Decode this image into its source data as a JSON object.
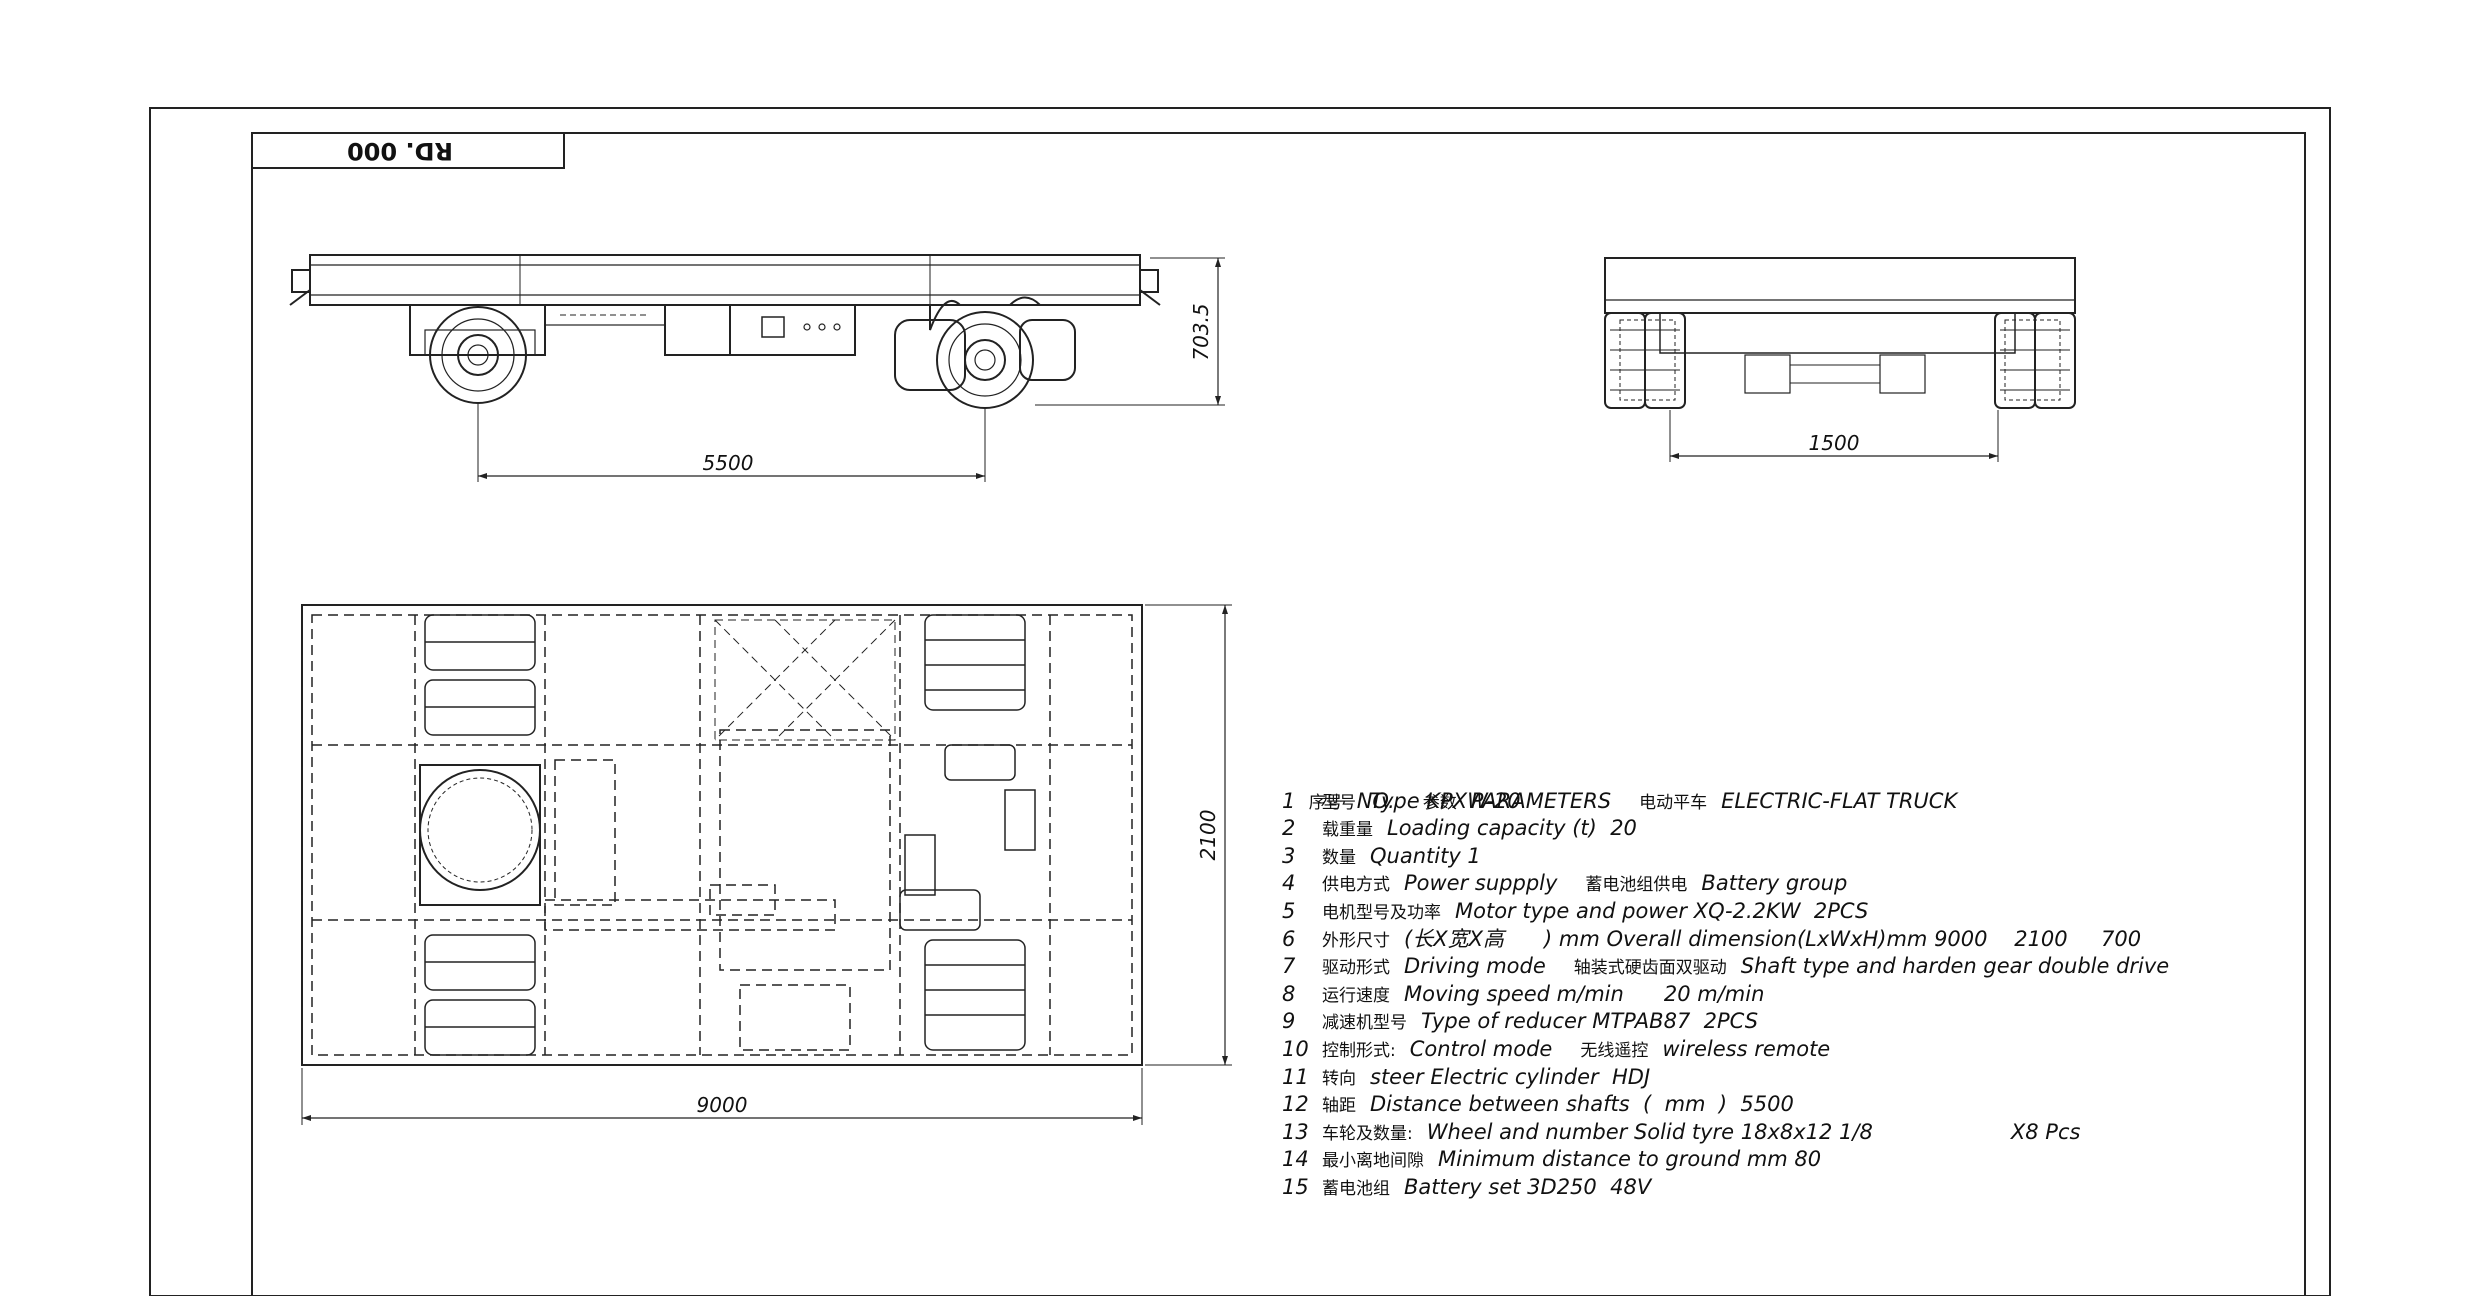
{
  "title_block": {
    "drawing_number": "RD. 000"
  },
  "dimensions": {
    "side_wheelbase": "5500",
    "side_height": "703.5",
    "end_width": "1500",
    "plan_length": "9000",
    "plan_width": "2100"
  },
  "parameters": {
    "header": {
      "no_cn": "序号",
      "no_en": "NO.",
      "param_cn": "参数",
      "param_en": "PARAMETERS",
      "product_cn": "电动平车",
      "product_en": "ELECTRIC-FLAT TRUCK"
    },
    "rows": [
      {
        "num": "1",
        "cn": "型号",
        "en": "Type KPXW-20",
        "cn2": "",
        "en2": "",
        "extra": ""
      },
      {
        "num": "2",
        "cn": "载重量",
        "en": "Loading capacity (t)  20",
        "cn2": "",
        "en2": "",
        "extra": ""
      },
      {
        "num": "3",
        "cn": "数量",
        "en": "Quantity 1",
        "cn2": "",
        "en2": "",
        "extra": ""
      },
      {
        "num": "4",
        "cn": "供电方式",
        "en": "Power suppply",
        "cn2": "蓄电池组供电",
        "en2": "Battery group",
        "extra": ""
      },
      {
        "num": "5",
        "cn": "电机型号及功率",
        "en": "Motor type and power XQ-2.2KW  2PCS",
        "cn2": "",
        "en2": "",
        "extra": ""
      },
      {
        "num": "6",
        "cn": "外形尺寸",
        "en": "(长X宽X高      ) mm Overall dimension(LxWxH)mm 9000    2100     700",
        "cn2": "",
        "en2": "",
        "extra": ""
      },
      {
        "num": "7",
        "cn": "驱动形式",
        "en": "Driving mode",
        "cn2": "轴装式硬齿面双驱动",
        "en2": "Shaft type and harden gear double drive",
        "extra": ""
      },
      {
        "num": "8",
        "cn": "运行速度",
        "en": "Moving speed m/min      20 m/min",
        "cn2": "",
        "en2": "",
        "extra": ""
      },
      {
        "num": "9",
        "cn": "减速机型号",
        "en": "Type of reducer MTPAB87  2PCS",
        "cn2": "",
        "en2": "",
        "extra": ""
      },
      {
        "num": "10",
        "cn": "控制形式:",
        "en": "Control mode",
        "cn2": "无线遥控",
        "en2": "wireless remote",
        "extra": ""
      },
      {
        "num": "11",
        "cn": "转向",
        "en": "steer Electric cylinder  HDJ",
        "cn2": "",
        "en2": "",
        "extra": ""
      },
      {
        "num": "12",
        "cn": "轴距",
        "en": "Distance between shafts  (  mm  )  5500",
        "cn2": "",
        "en2": "",
        "extra": ""
      },
      {
        "num": "13",
        "cn": "车轮及数量:",
        "en": "Wheel and number Solid tyre 18x8x12 1/8",
        "cn2": "",
        "en2": "",
        "extra": "X8 Pcs"
      },
      {
        "num": "14",
        "cn": "最小离地间隙",
        "en": "Minimum distance to ground mm 80",
        "cn2": "",
        "en2": "",
        "extra": ""
      },
      {
        "num": "15",
        "cn": "蓄电池组",
        "en": "Battery set 3D250  48V",
        "cn2": "",
        "en2": "",
        "extra": ""
      }
    ]
  }
}
